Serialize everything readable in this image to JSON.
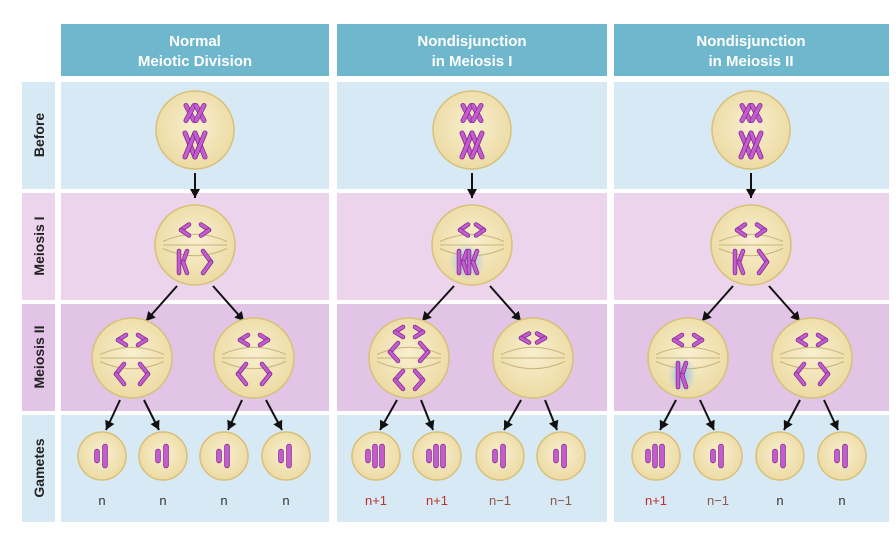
{
  "columns": [
    {
      "line1": "Normal",
      "line2": "Meiotic Division"
    },
    {
      "line1": "Nondisjunction",
      "line2": "in Meiosis I"
    },
    {
      "line1": "Nondisjunction",
      "line2": "in Meiosis II"
    }
  ],
  "rows": [
    "Before",
    "Meiosis I",
    "Meiosis II",
    "Gametes"
  ],
  "gamete_labels": [
    [
      "n",
      "n",
      "n",
      "n"
    ],
    [
      "n+1",
      "n+1",
      "n−1",
      "n−1"
    ],
    [
      "n+1",
      "n−1",
      "n",
      "n"
    ]
  ],
  "colors": {
    "header": "#6fb7cc",
    "row_blue": "#d6e9f5",
    "row_pink": "#ecd4ec",
    "row_purple": "#e2c4e6",
    "cell_fill": "#f3e4b4",
    "cell_stroke": "#d8c078",
    "chromosome": "#c55bd0",
    "chromosome_stroke": "#7d2a8a",
    "label_normal": "#333333",
    "label_plus": "#c0302a",
    "label_minus": "#8a5a4a"
  }
}
